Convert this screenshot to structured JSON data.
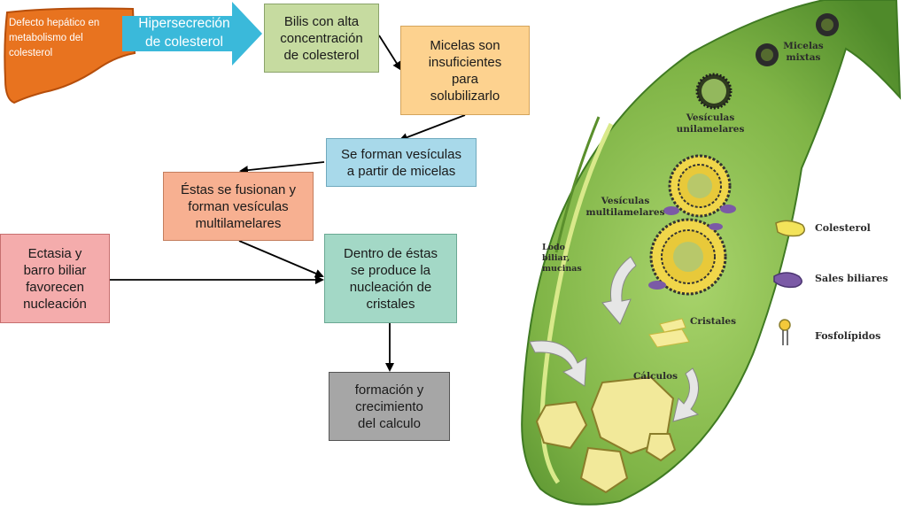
{
  "colors": {
    "liver": "#e8731f",
    "liver_dark": "#b64e0b",
    "arrow_blue": "#3ab9da",
    "green_box": "#c6dba0",
    "orange_box": "#fdd28f",
    "blue_box": "#a8d9ea",
    "salmon_box": "#f7b091",
    "pink_box": "#f4acac",
    "teal_box": "#a3d8c6",
    "gray_box": "#a6a6a6",
    "gallbladder": "#6ea13a",
    "gallbladder_light": "#b4d77a"
  },
  "flow": {
    "liver_label": "Defecto hepático en\nmetabolismo del\ncolesterol",
    "hypersecretion": "Hipersecreción\nde colesterol",
    "bilis": "Bilis  con alta\nconcentración\nde colesterol",
    "micelas": "Micelas  son\ninsuficientes\npara\nsolubilizarlo",
    "vesiculas": "Se forman vesículas\na partir de micelas",
    "fusionan": "Éstas se fusionan y\nforman vesículas\nmultilamelares",
    "ectasia": "Ectasia y\nbarro biliar\nfavorecen\nnucleación",
    "dentro": "Dentro de éstas\nse produce la\nnucleación de\ncristales",
    "formacion": "formación y\ncrecimiento\ndel calculo"
  },
  "illustration": {
    "micelas_mixtas": "Micelas\nmixtas",
    "vesiculas_unilamelares": "Vesículas\nunilamelares",
    "vesiculas_multilamelares": "Vesículas\nmultilamelares",
    "lodo_biliar": "Lodo\nbiliar,\nmucinas",
    "cristales": "Cristales",
    "calculos": "Cálculos"
  },
  "legend": {
    "colesterol": "Colesterol",
    "sales_biliares": "Sales biliares",
    "fosfolipidos": "Fosfolípidos"
  }
}
